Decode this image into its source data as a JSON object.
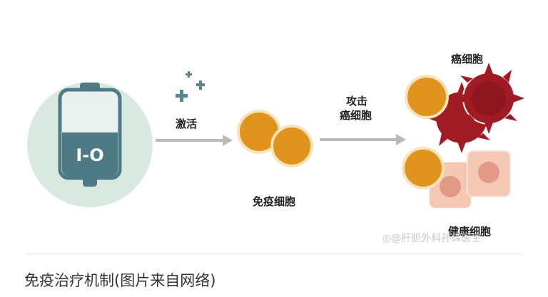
{
  "diagram": {
    "bag_label": "I-O",
    "activate_label": "激活",
    "immune_cell_label": "免疫细胞",
    "attack_label_line1": "攻击",
    "attack_label_line2": "癌细胞",
    "cancer_cell_label": "癌细胞",
    "healthy_cell_label": "健康细胞"
  },
  "watermark": "◎@肝胆外科孙辉医生",
  "caption": "免疫治疗机制(图片来自网络)",
  "colors": {
    "bag_circle": "#d9e8e1",
    "bag_body": "#4e7a86",
    "arrow": "#b9b9b9",
    "sparkle": "#5a8590",
    "immune_fill": "#e0941e",
    "immune_ring": "#f9e3b8",
    "cancer": "#a11b25",
    "healthy_outer": "#f5c7b5",
    "healthy_inner": "#e29a86"
  }
}
